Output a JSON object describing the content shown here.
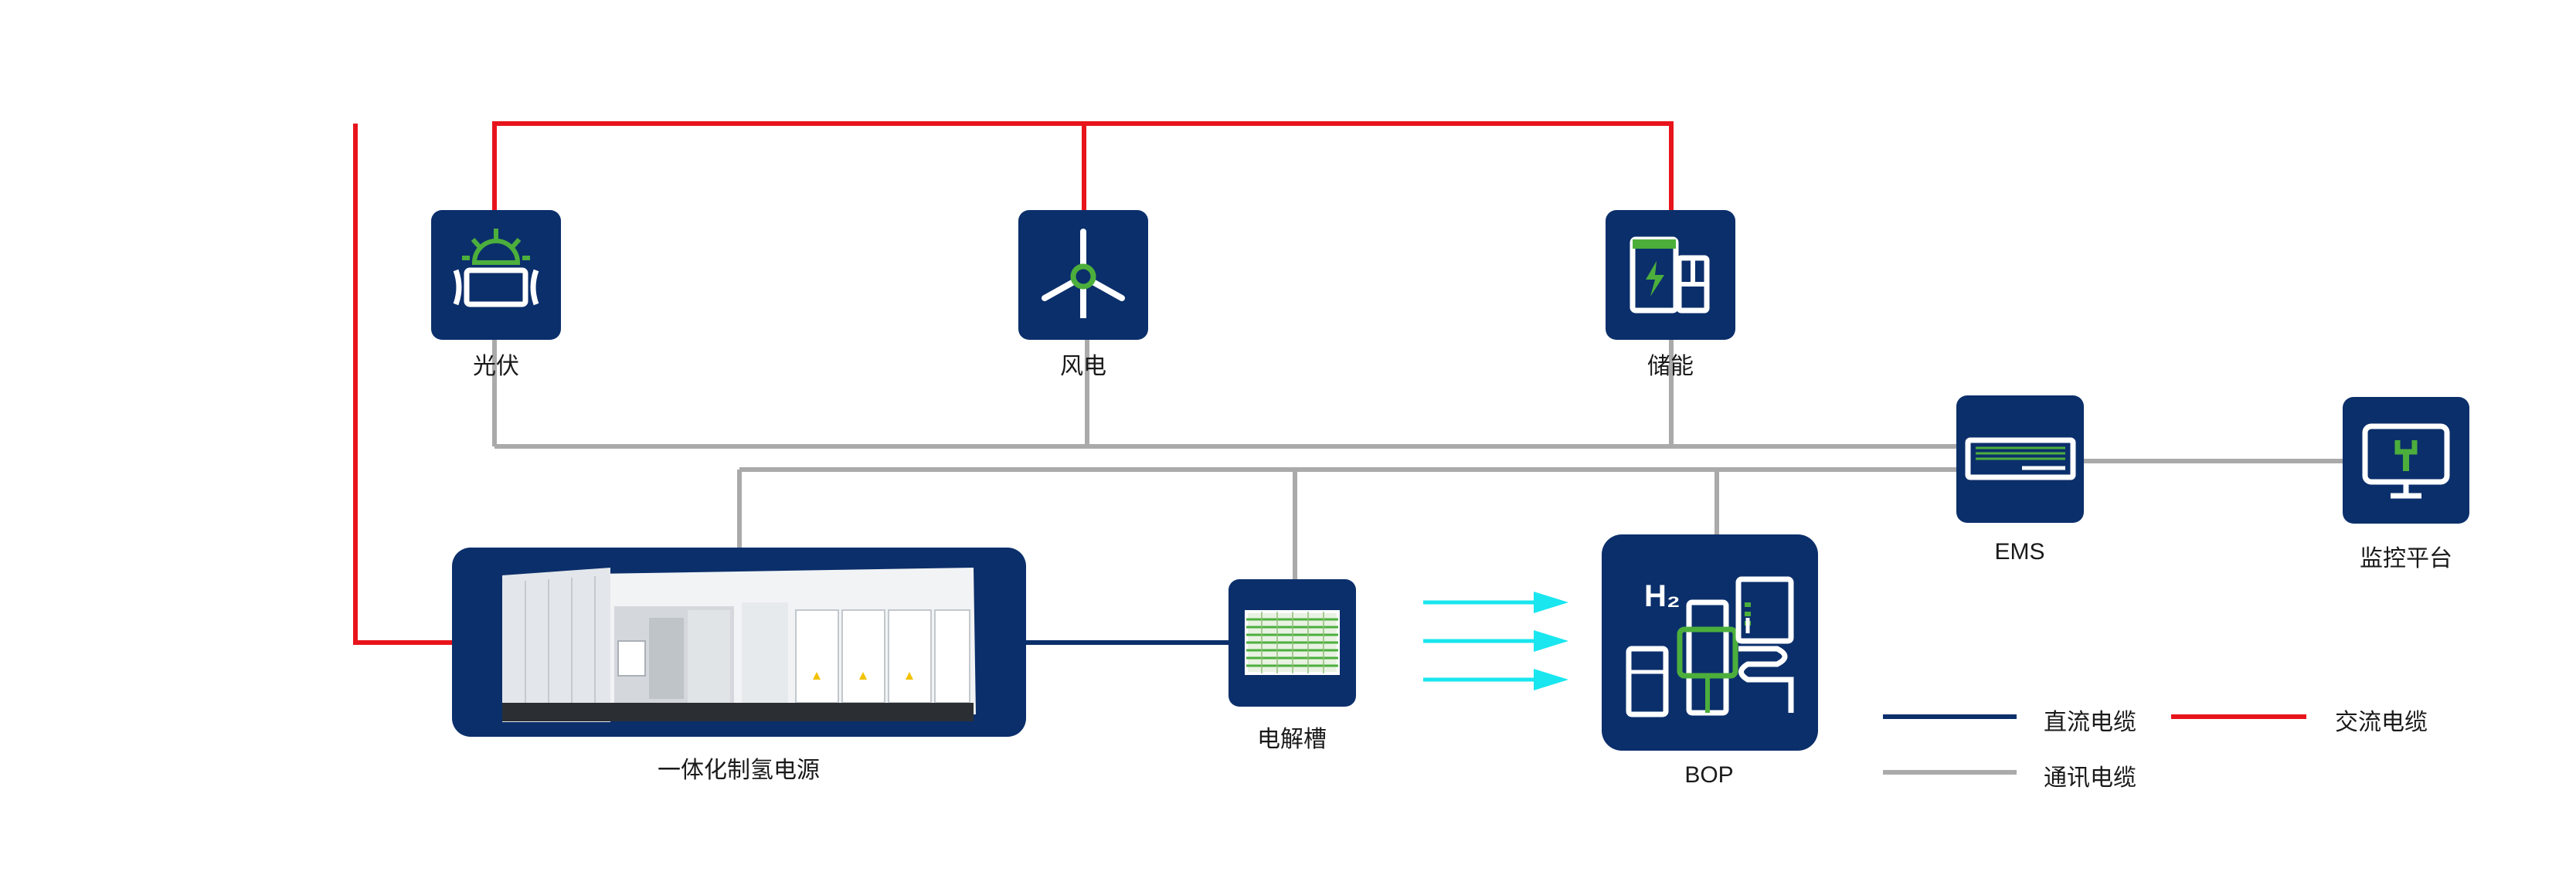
{
  "nodes": {
    "pv": {
      "label": "光伏",
      "icon": "solar-panel-icon"
    },
    "wind": {
      "label": "风电",
      "icon": "wind-turbine-icon"
    },
    "storage": {
      "label": "储能",
      "icon": "battery-storage-icon"
    },
    "ems": {
      "label": "EMS",
      "icon": "ems-controller-icon"
    },
    "monitor": {
      "label": "监控平台",
      "icon": "monitor-wrench-icon"
    },
    "power_supply": {
      "label": "一体化制氢电源",
      "icon": "container-power-supply-image"
    },
    "electrolyzer": {
      "label": "电解槽",
      "icon": "electrolyzer-icon"
    },
    "bop": {
      "label": "BOP",
      "icon": "hydrogen-plant-icon",
      "badge": "H₂"
    }
  },
  "legend": {
    "dc": {
      "label": "直流电缆",
      "color": "#0b2f6b"
    },
    "ac": {
      "label": "交流电缆",
      "color": "#e8141b"
    },
    "comm": {
      "label": "通讯电缆",
      "color": "#aaaaaa"
    }
  },
  "colors": {
    "node_bg": "#0b2f6b",
    "accent": "#4caf3c",
    "flow": "#19e6ef"
  }
}
